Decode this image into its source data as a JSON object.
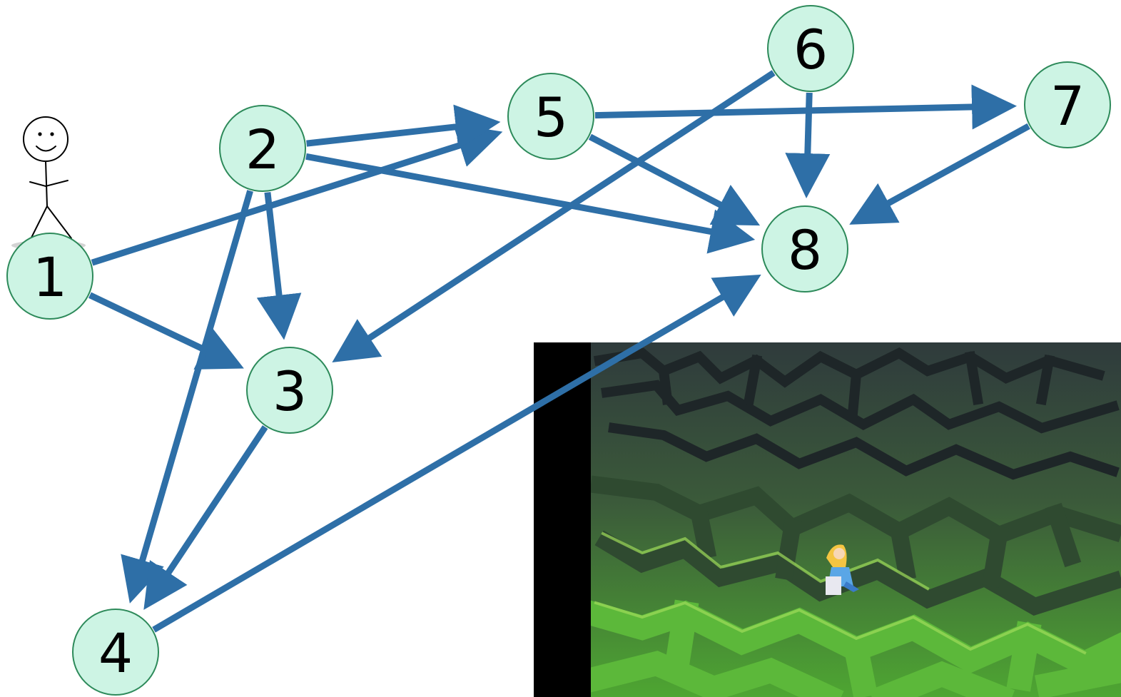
{
  "graph": {
    "nodes": [
      {
        "id": "1",
        "label": "1"
      },
      {
        "id": "2",
        "label": "2"
      },
      {
        "id": "3",
        "label": "3"
      },
      {
        "id": "4",
        "label": "4"
      },
      {
        "id": "5",
        "label": "5"
      },
      {
        "id": "6",
        "label": "6"
      },
      {
        "id": "7",
        "label": "7"
      },
      {
        "id": "8",
        "label": "8"
      }
    ],
    "edges": [
      {
        "from": "1",
        "to": "5"
      },
      {
        "from": "1",
        "to": "3"
      },
      {
        "from": "2",
        "to": "5"
      },
      {
        "from": "2",
        "to": "8"
      },
      {
        "from": "2",
        "to": "3"
      },
      {
        "from": "2",
        "to": "4"
      },
      {
        "from": "3",
        "to": "4"
      },
      {
        "from": "4",
        "to": "8"
      },
      {
        "from": "5",
        "to": "7"
      },
      {
        "from": "5",
        "to": "8"
      },
      {
        "from": "6",
        "to": "3"
      },
      {
        "from": "6",
        "to": "8"
      },
      {
        "from": "7",
        "to": "8"
      }
    ]
  },
  "start_node": "1",
  "colors": {
    "edge": "#2e6fa7",
    "node_fill": "#cdf4e4",
    "node_stroke": "#2d8a5a",
    "maze_hedge": "#3f8f2c",
    "maze_wall_dark": "#2b3436",
    "maze_background": "#000000"
  },
  "illustrations": [
    {
      "name": "stick-figure",
      "kind": "smiling stick person standing on node 1"
    },
    {
      "name": "hedge-maze-image",
      "kind": "girl walking through a green hedge maze"
    }
  ]
}
